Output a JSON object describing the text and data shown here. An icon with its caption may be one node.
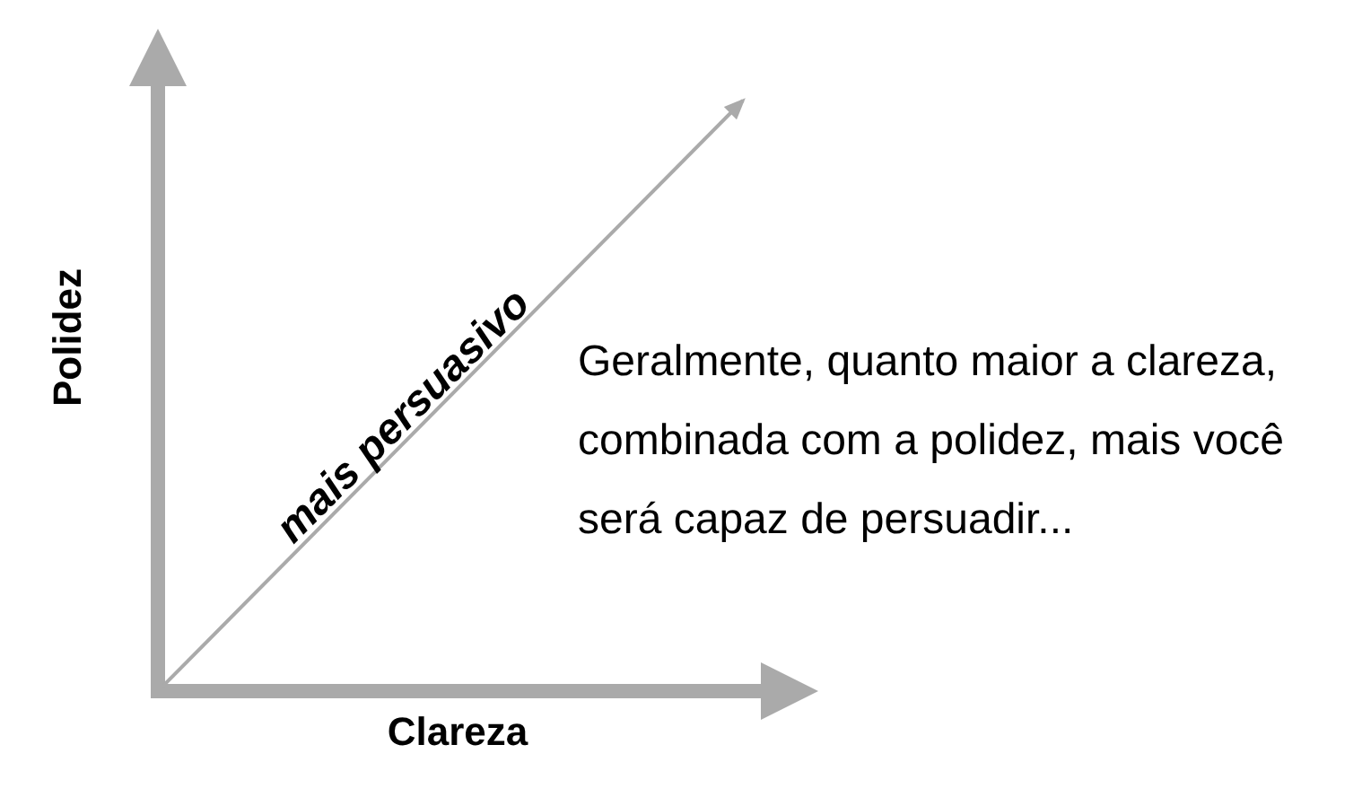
{
  "diagram": {
    "labels": [
      "Polidez",
      "mais persuasivo",
      "Geralmente, quanto maior a clareza, combinada com a polidez, mais você será capaz de persuadir...",
      "Clareza"
    ]
  }
}
